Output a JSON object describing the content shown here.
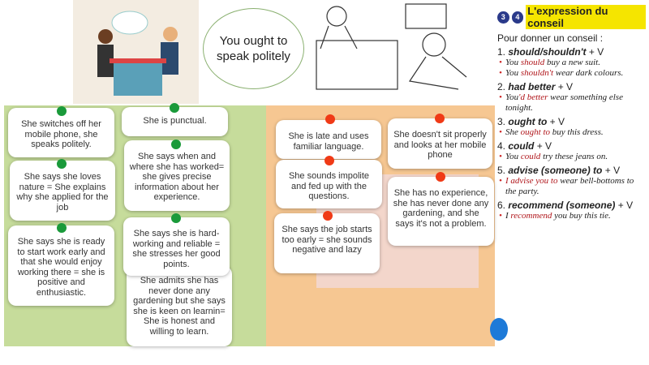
{
  "bubble_text": "You ought to speak politely",
  "positive_cards": [
    "She switches off her mobile phone, she speaks politely.",
    "She is punctual.",
    "She says when and where she has worked= she gives precise information about her experience.",
    "She says she loves nature = She explains why she applied for the job",
    "She says she is ready to start work early and that she would enjoy working there = she is positive and enthusiastic.",
    "She admits she has never done any gardening but she says she is keen on learnin= She is honest and willing to learn.",
    "She says she is hard-working and reliable = she stresses her good points."
  ],
  "negative_cards": [
    "She is late and uses familiar language.",
    "She doesn't sit properly and looks at her mobile phone",
    "She sounds impolite and fed up with the questions.",
    "She has no experience, she has never done any gardening, and she says it's not a problem.",
    "She says the job starts too early = she sounds negative and lazy"
  ],
  "grammar": {
    "badges": [
      "3",
      "4"
    ],
    "title": "L'expression du conseil",
    "intro": "Pour donner un conseil :",
    "rules": [
      {
        "n": "1.",
        "form": "should/shouldn't",
        "suffix": " + V",
        "examples": [
          [
            "You ",
            "should",
            " buy a new suit."
          ],
          [
            "You ",
            "shouldn't",
            " wear dark colours."
          ]
        ]
      },
      {
        "n": "2.",
        "form": "had better",
        "suffix": " + V",
        "examples": [
          [
            "You",
            "'d better",
            " wear something else tonight."
          ]
        ]
      },
      {
        "n": "3.",
        "form": "ought to",
        "suffix": " + V",
        "examples": [
          [
            "She ",
            "ought to",
            " buy this dress."
          ]
        ]
      },
      {
        "n": "4.",
        "form": "could",
        "suffix": " + V",
        "examples": [
          [
            "You ",
            "could",
            " try these jeans on."
          ]
        ]
      },
      {
        "n": "5.",
        "form": "advise (someone) to",
        "suffix": " + V",
        "examples": [
          [
            "",
            "I advise you to",
            " wear bell-bottoms to the party."
          ]
        ]
      },
      {
        "n": "6.",
        "form": "recommend (someone)",
        "suffix": " + V",
        "examples": [
          [
            "I ",
            "recommend",
            " you buy this tie."
          ]
        ]
      }
    ]
  },
  "colors": {
    "positive": "#1a9a3a",
    "negative": "#f03a16",
    "green_bg": "#c6dc9b",
    "orange_bg": "#f6c792"
  }
}
